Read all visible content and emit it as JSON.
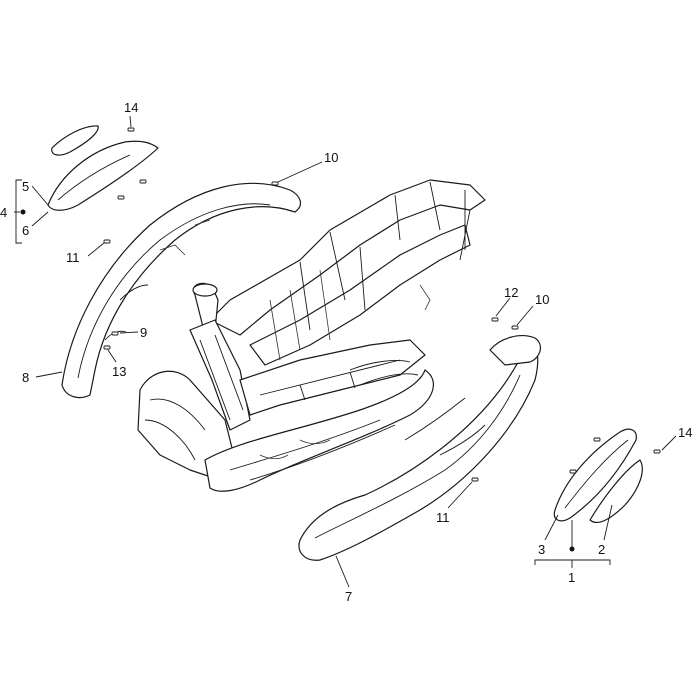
{
  "callouts": {
    "c1": "1",
    "c2": "2",
    "c3": "3",
    "c4": "4",
    "c5": "5",
    "c6": "6",
    "c7": "7",
    "c8": "8",
    "c9": "9",
    "c10_top": "10",
    "c10_right": "10",
    "c11_left": "11",
    "c11_bottom": "11",
    "c12": "12",
    "c13": "13",
    "c14_top": "14",
    "c14_right": "14"
  },
  "colors": {
    "line": "#1a1a1a",
    "background": "#ffffff"
  }
}
